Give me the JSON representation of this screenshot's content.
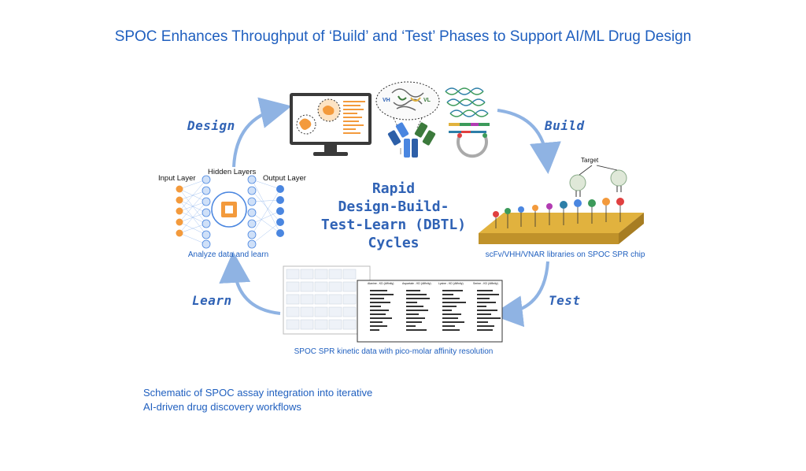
{
  "title": "SPOC Enhances Throughput of ‘Build’ and ‘Test’ Phases to Support AI/ML Drug Design",
  "stages": {
    "design": "Design",
    "build": "Build",
    "test": "Test",
    "learn": "Learn"
  },
  "center": {
    "line1": "Rapid",
    "line2": "Design-Build-",
    "line3": "Test-Learn (DBTL)",
    "line4": "Cycles"
  },
  "network": {
    "input_layer": "Input Layer",
    "hidden_layers": "Hidden Layers",
    "output_layer": "Output Layer",
    "caption": "Analyze data and learn"
  },
  "design_panel": {
    "vh": "VH",
    "vl": "VL"
  },
  "build_panel": {
    "target": "Target",
    "caption": "scFv/VHH/VNAR libraries on SPOC SPR chip"
  },
  "test_panel": {
    "caption": "SPOC SPR kinetic data with pico-molar affinity resolution",
    "plot_titles": [
      "Alanine - KD (Affinity)",
      "Aspartate - KD (Affinity)",
      "Lysine - KD (Affinity)",
      "Serine - KD (Affinity)"
    ]
  },
  "bottom_note": {
    "line1": "Schematic of SPOC assay integration into iterative",
    "line2": "AI-driven drug discovery workflows"
  },
  "colors": {
    "title_blue": "#1f5fbf",
    "arrow_blue": "#8fb3e3",
    "node_orange": "#f39a3c",
    "node_blue": "#4a86e0",
    "chip_gold": "#e1b23e"
  }
}
